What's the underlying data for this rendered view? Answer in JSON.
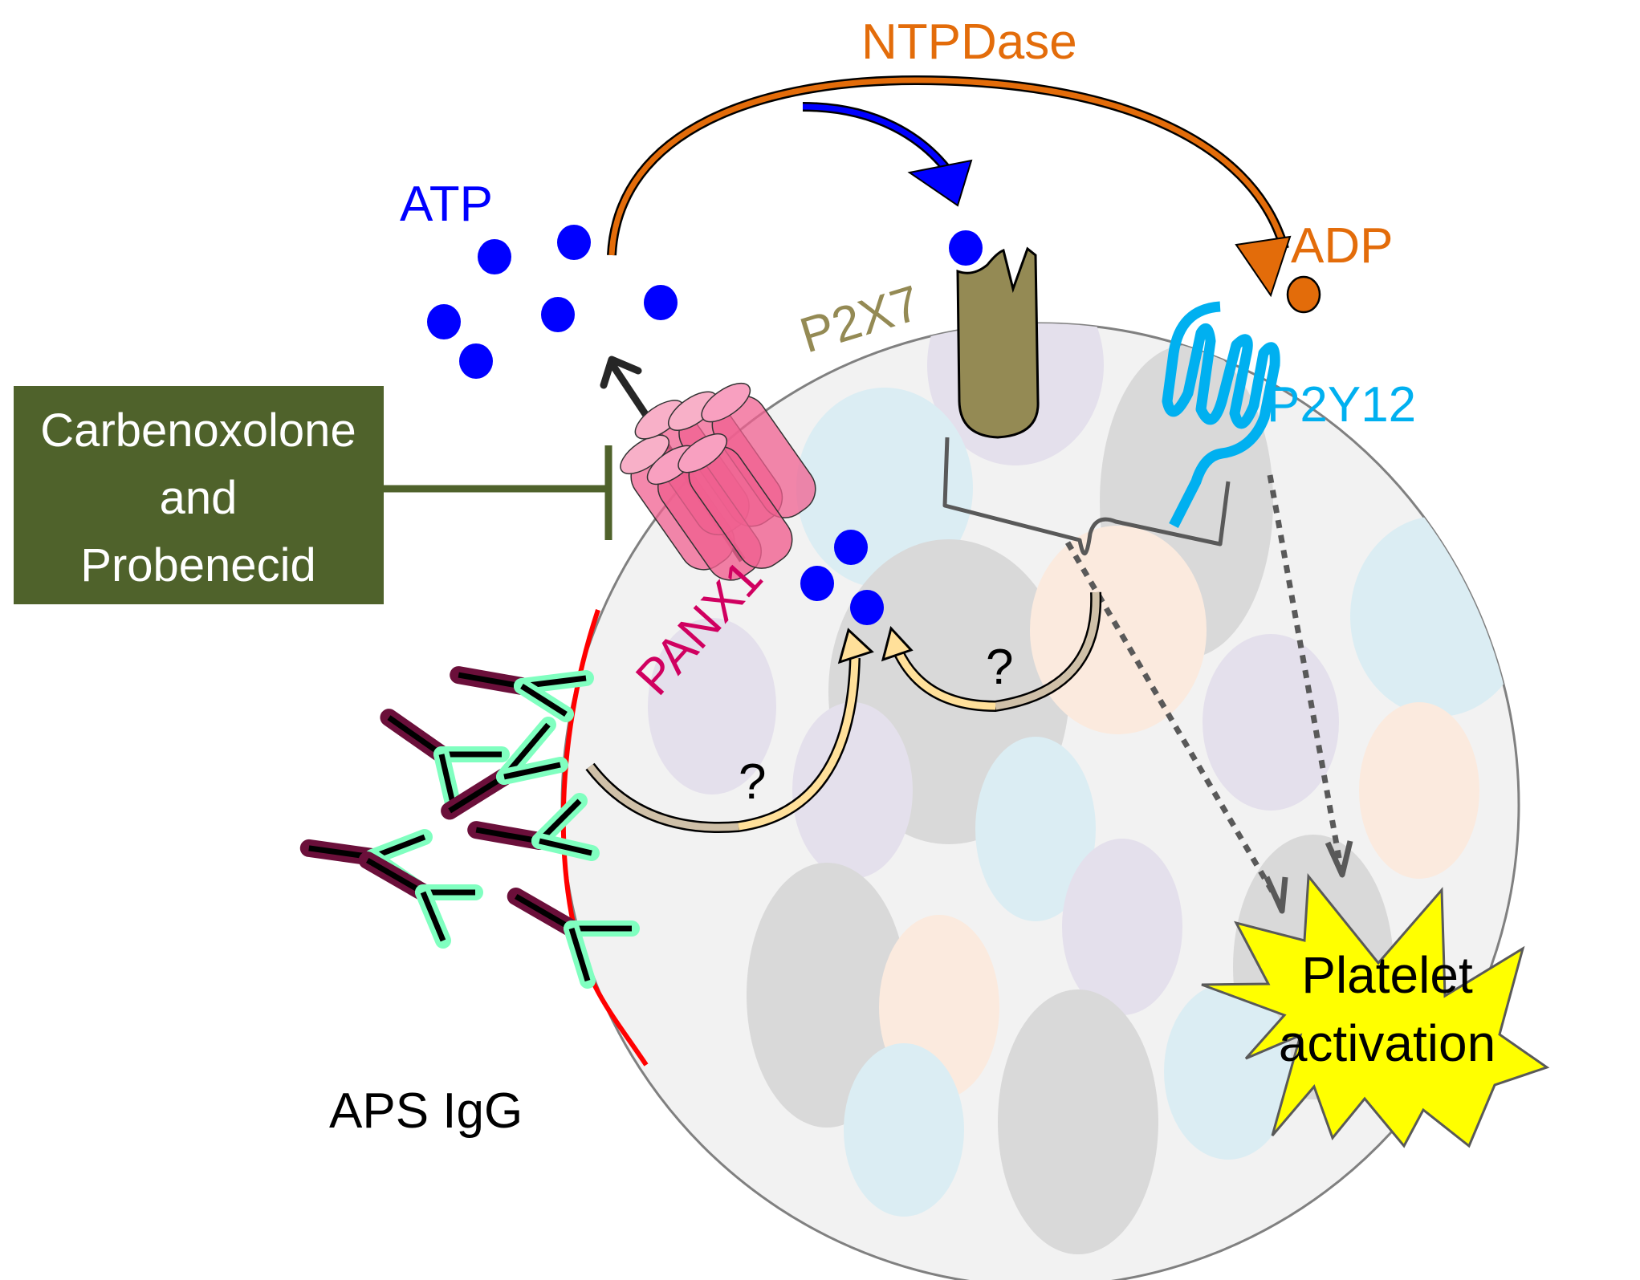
{
  "labels": {
    "ntpdase": "NTPDase",
    "atp": "ATP",
    "adp": "ADP",
    "p2x7": "P2X7",
    "p2y12": "P2Y12",
    "panx1": "PANX1",
    "inhibitor_line1": "Carbenoxolone",
    "inhibitor_line2": "and",
    "inhibitor_line3": "Probenecid",
    "aps_igg": "APS IgG",
    "unknown_1": "?",
    "unknown_2": "?",
    "outcome_line1": "Platelet",
    "outcome_line2": "activation"
  },
  "colors": {
    "atp": "#0000ff",
    "adp": "#e36c0a",
    "ntpdase": "#e36c0a",
    "p2x7": "#948a54",
    "p2y12": "#00b0f0",
    "panx1": "#d00060",
    "panx1_fill": "#f06090",
    "inhibitor_box": "#4f622b",
    "igg_heavy": "#6b0f3a",
    "igg_light": "#80ffc0",
    "membrane_binding": "#ff0000",
    "platelet_fill": "#f2f2f2",
    "burst": "#ffff00",
    "unknown_arrow": "#ffe09a",
    "unknown_arrow_tail": "#cfc0a8"
  }
}
